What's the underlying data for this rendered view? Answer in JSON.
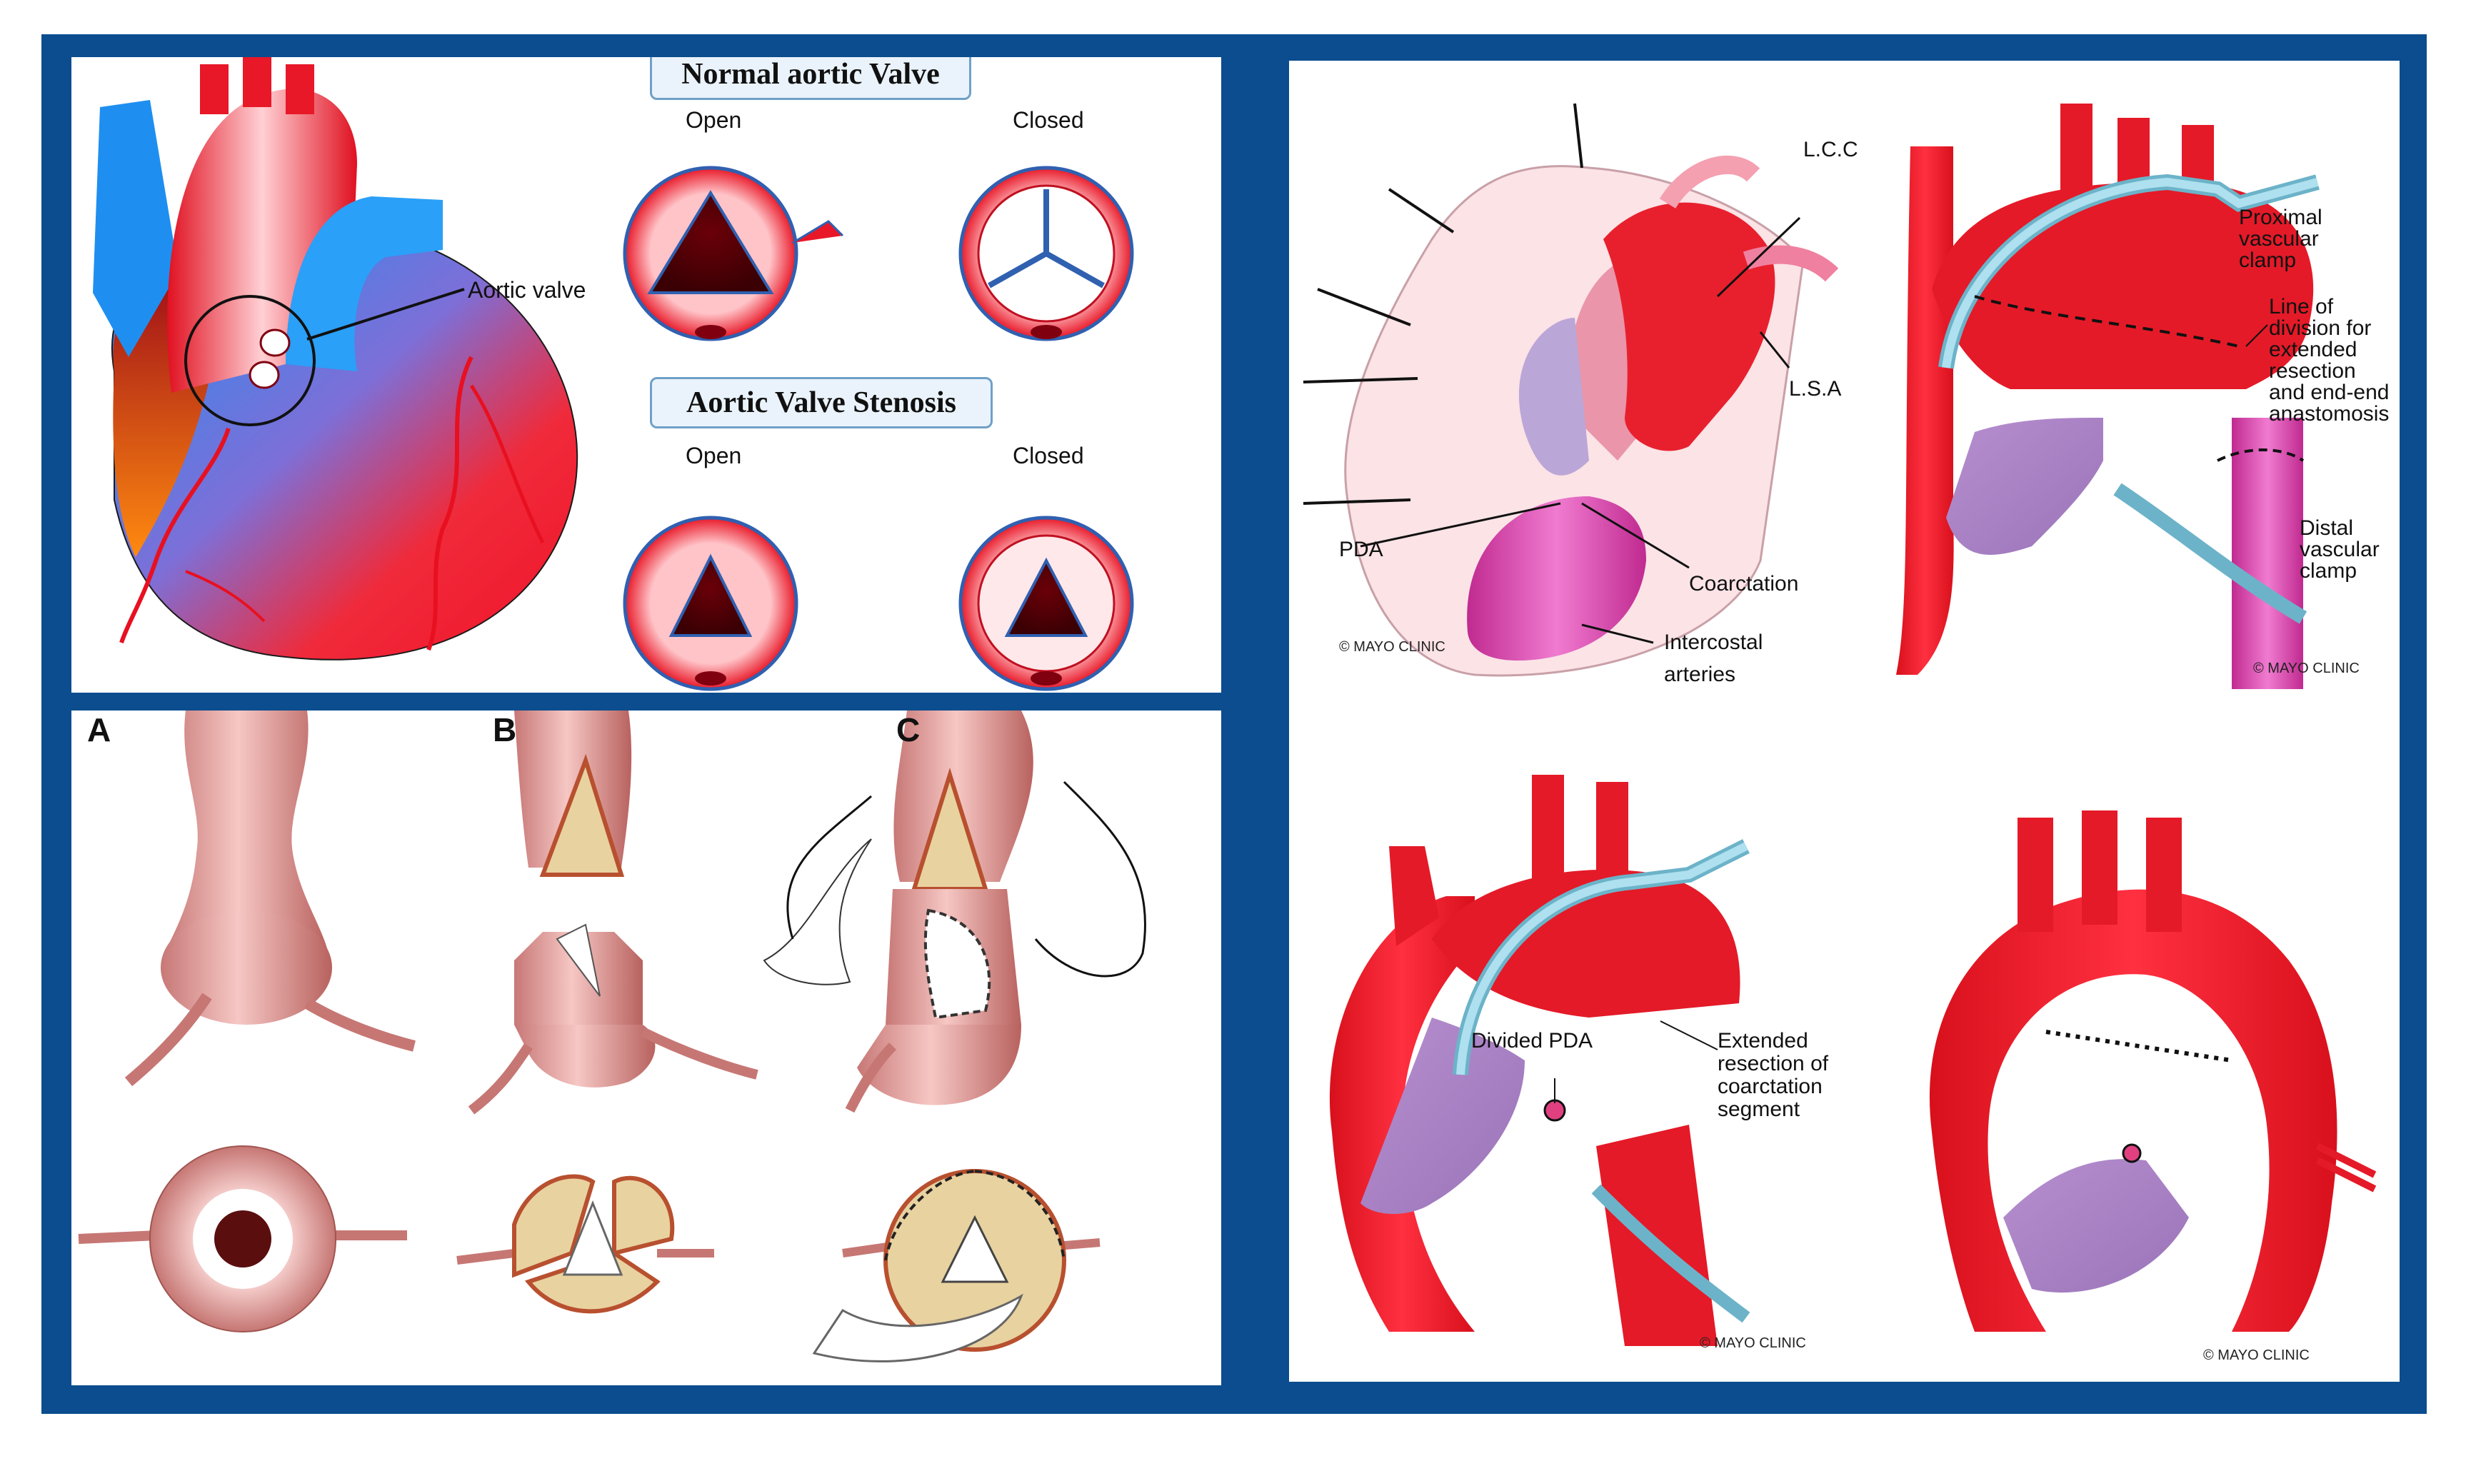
{
  "top_left": {
    "heart_label": "Aortic valve",
    "normal_title": "Normal aortic Valve",
    "stenosis_title": "Aortic Valve Stenosis",
    "open": "Open",
    "closed": "Closed"
  },
  "bottom_left": {
    "letters": [
      "A",
      "B",
      "C"
    ]
  },
  "right": {
    "lcc": "L.C.C",
    "lsa": "L.S.A",
    "pda": "PDA",
    "coarctation": "Coarctation",
    "intercostal_1": "Intercostal",
    "intercostal_2": "arteries",
    "proximal_1": "Proximal",
    "proximal_2": "vascular",
    "proximal_3": "clamp",
    "line_1": "Line of",
    "line_2": "division for",
    "line_3": "extended",
    "line_4": "resection",
    "line_5": "and end-end",
    "line_6": "anastomosis",
    "distal_1": "Distal",
    "distal_2": "vascular",
    "distal_3": "clamp",
    "divided_pda": "Divided PDA",
    "ext_1": "Extended",
    "ext_2": "resection of",
    "ext_3": "coarctation",
    "ext_4": "segment",
    "mayo": "© MAYO CLINIC"
  },
  "colors": {
    "frame": "#0b4d8e",
    "aorta_red": "#e8232c",
    "vein_blue": "#1e8ff0",
    "pulmonary_purple": "#b38dc6",
    "clamp_blue": "#9fd3e3",
    "tissue_pink": "#d9908e",
    "leaflet_tan": "#e8d2a0"
  }
}
